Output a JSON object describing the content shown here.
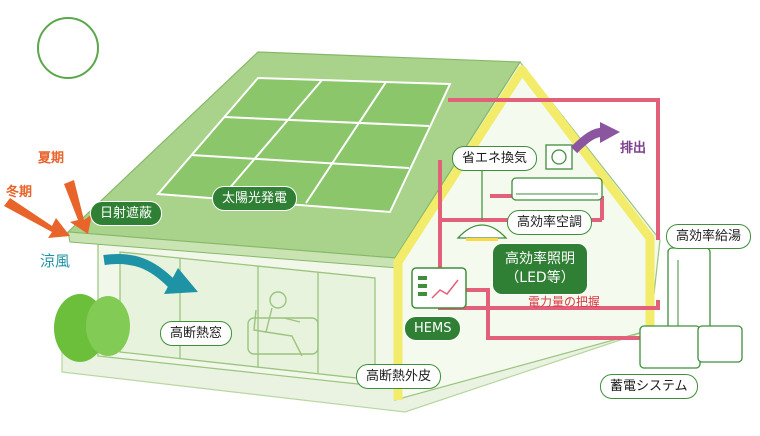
{
  "labels": {
    "summer": "夏期",
    "winter": "冬期",
    "sunshade": "日射遮蔽",
    "solar": "太陽光発電",
    "cool_breeze": "涼風",
    "window": "高断熱窓",
    "envelope": "高断熱外皮",
    "ventilation": "省エネ換気",
    "exhaust": "排出",
    "aircon": "高効率空調",
    "lighting_line1": "高効率照明",
    "lighting_line2": "（LED等）",
    "power_monitor": "電力量の把握",
    "hems": "HEMS",
    "water_heater": "高効率給湯",
    "storage": "蓄電システム"
  },
  "colors": {
    "roof": "#a9d28a",
    "roof_light": "#c9e4b2",
    "solar_panel": "#8cc66b",
    "wall": "#eef7e6",
    "frame_yellow": "#f2ec6a",
    "power_line": "#e2607a",
    "pill_green": "#2f7f34",
    "summer_arrow": "#e8642a",
    "breeze_arrow": "#1f93a6",
    "exhaust_arrow": "#8b55a0",
    "tree": "#6cbf3b"
  }
}
